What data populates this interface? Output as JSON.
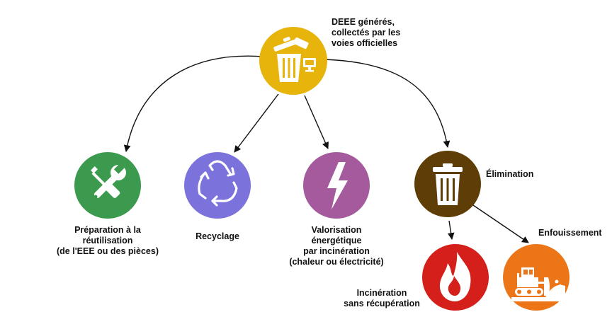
{
  "nodes": {
    "source": {
      "label": "DEEE générés,\ncollectés par les\nvoies officielles",
      "color": "#e7b40c",
      "icon": "trash-bin-with-monitor-icon"
    },
    "reuse": {
      "label": "Préparation à la\nréutilisation\n(de l'EEE ou des pièces)",
      "color": "#3c9a4e",
      "icon": "wrench-screwdriver-icon"
    },
    "recycling": {
      "label": "Recyclage",
      "color": "#7b72dc",
      "icon": "recycle-icon"
    },
    "energy": {
      "label": "Valorisation\nénergétique\npar incinération\n(chaleur ou électricité)",
      "color": "#a45a9c",
      "icon": "lightning-bolt-icon"
    },
    "disposal": {
      "label": "Élimination",
      "color": "#5e3e06",
      "icon": "trash-can-icon"
    },
    "incineration": {
      "label": "Incinération\nsans récupération",
      "color": "#d41f1a",
      "icon": "flame-icon"
    },
    "landfill": {
      "label": "Enfouissement",
      "color": "#ec7617",
      "icon": "bulldozer-icon"
    }
  },
  "edges": [
    {
      "from": "source",
      "to": "reuse"
    },
    {
      "from": "source",
      "to": "recycling"
    },
    {
      "from": "source",
      "to": "energy"
    },
    {
      "from": "source",
      "to": "disposal"
    },
    {
      "from": "disposal",
      "to": "incineration"
    },
    {
      "from": "disposal",
      "to": "landfill"
    }
  ]
}
